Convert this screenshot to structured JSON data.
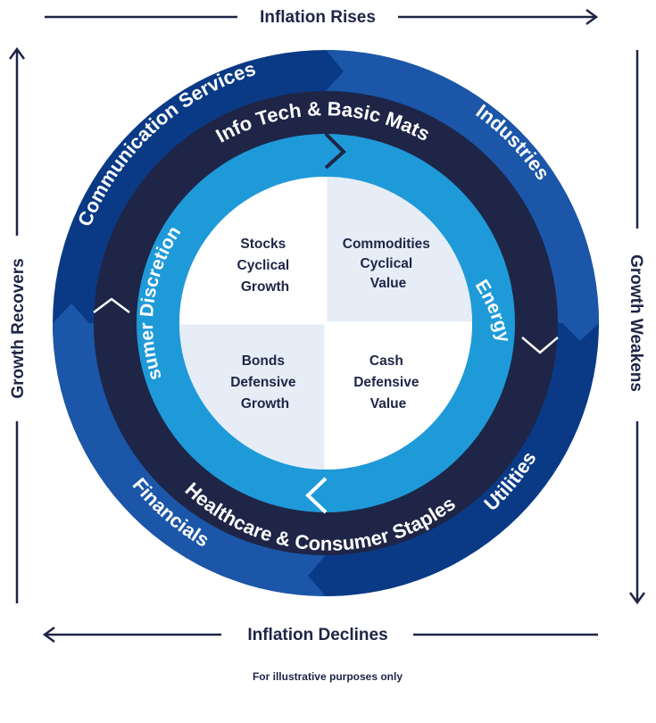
{
  "colors": {
    "outer_ring_dark": "#0a3a86",
    "outer_ring_light": "#1b56a8",
    "middle_ring": "#1e2546",
    "inner_ring": "#1f9ad9",
    "center_light": "#e6edf6",
    "center_white": "#ffffff",
    "text_dark": "#1e2546"
  },
  "axes": {
    "top": "Inflation Rises",
    "bottom": "Inflation Declines",
    "left": "Growth Recovers",
    "right": "Growth Weakens"
  },
  "outer_ring": {
    "communication_services": "Communication Services",
    "industries": "Industries",
    "utilities": "Utilities",
    "financials": "Financials"
  },
  "middle_ring": {
    "top": "Info Tech & Basic Mats",
    "bottom": "Healthcare & Consumer Staples"
  },
  "inner_ring": {
    "left": "Consumer Discretionary",
    "right": "Energy"
  },
  "quadrants": {
    "top_left": {
      "line1": "Stocks",
      "line2": "Cyclical",
      "line3": "Growth"
    },
    "top_right": {
      "line1": "Commodities",
      "line2": "Cyclical",
      "line3": "Value"
    },
    "bottom_left": {
      "line1": "Bonds",
      "line2": "Defensive",
      "line3": "Growth"
    },
    "bottom_right": {
      "line1": "Cash",
      "line2": "Defensive",
      "line3": "Value"
    }
  },
  "footnote": "For illustrative purposes only"
}
